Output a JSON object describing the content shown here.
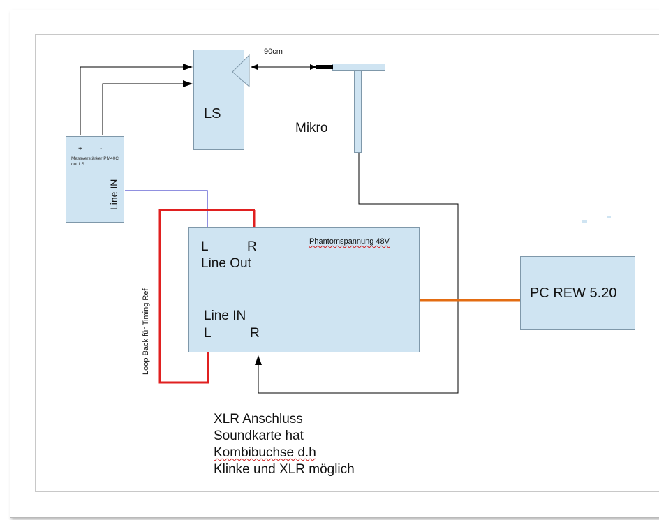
{
  "diagram": {
    "distance_label": "90cm",
    "speaker": {
      "label": "LS"
    },
    "mic": {
      "label": "Mikro"
    },
    "amplifier": {
      "plus": "+",
      "minus": "-",
      "name_line1": "Messverstärker PM40C",
      "name_line2": "out LS",
      "line_in": "Line IN"
    },
    "soundcard": {
      "phantom": "Phantomspannung 48V",
      "out_l": "L",
      "out_r": "R",
      "line_out": "Line Out",
      "line_in": "Line IN",
      "in_l": "L",
      "in_r": "R"
    },
    "pc": {
      "label": "PC REW 5.20"
    },
    "loopback_label": "Loop Back für Timing Ref",
    "note": {
      "line1": "XLR Anschluss",
      "line2": "Soundkarte hat",
      "line3": "Kombibuchse d.h",
      "line4": "Klinke und XLR möglich"
    },
    "colors": {
      "box_fill": "#cfe4f2",
      "box_border": "#7f98aa",
      "black_wire": "#000000",
      "blue_wire": "#6b6bd6",
      "red_wire": "#e02020",
      "orange_wire": "#e36c12"
    }
  }
}
